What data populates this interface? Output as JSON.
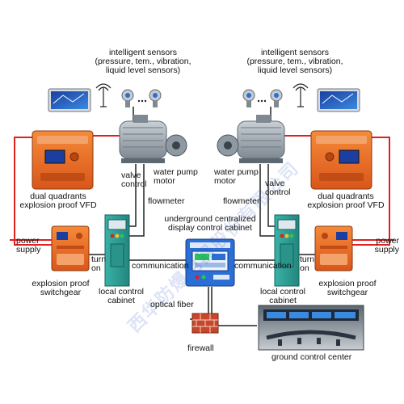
{
  "watermark": "西华防爆电器股份有限公司",
  "labels": {
    "sensors_left": [
      "intelligent sensors",
      "(pressure, tem., vibration,",
      "liquid level sensors)"
    ],
    "sensors_right": [
      "intelligent sensors",
      "(pressure, tem., vibration,",
      "liquid level sensors)"
    ],
    "valve_control_left": [
      "valve",
      "control"
    ],
    "valve_control_right": [
      "valve",
      "control"
    ],
    "water_pump_left": [
      "water pump",
      "motor"
    ],
    "water_pump_right": [
      "water pump",
      "motor"
    ],
    "flowmeter_left": "flowmeter",
    "flowmeter_right": "flowmeter",
    "vfd_left": [
      "dual  quadrants",
      "explosion proof VFD"
    ],
    "vfd_right": [
      "dual  quadrants",
      "explosion proof VFD"
    ],
    "power_supply_left": [
      "power",
      "supply"
    ],
    "power_supply_right": [
      "power",
      "supply"
    ],
    "turn_on_left": [
      "turn",
      "on"
    ],
    "turn_on_right": [
      "turn",
      "on"
    ],
    "switchgear_left": [
      "explosion proof",
      "switchgear"
    ],
    "switchgear_right": [
      "explosion proof",
      "switchgear"
    ],
    "local_cabinet_left": [
      "local control",
      "cabinet"
    ],
    "local_cabinet_right": [
      "local control",
      "cabinet"
    ],
    "central_cabinet": [
      "underground centralized",
      "display control cabinet"
    ],
    "communication_left": "communication",
    "communication_right": "communication",
    "optical_fiber": "optical fiber",
    "firewall": "firewall",
    "ground_center": "ground control center"
  },
  "colors": {
    "power_line": "#e02020",
    "signal_line": "#222222",
    "equipment_orange": "#e8651e",
    "cabinet_teal": "#2fa39a",
    "central_blue": "#2b6fd6",
    "motor_gray": "#9aa4ad"
  },
  "icons": [
    "display-screen-icon",
    "antenna-icon",
    "sensor-icon",
    "vfd-icon",
    "switchgear-icon",
    "pump-motor-icon",
    "cabinet-icon",
    "firewall-icon",
    "control-room-icon"
  ]
}
